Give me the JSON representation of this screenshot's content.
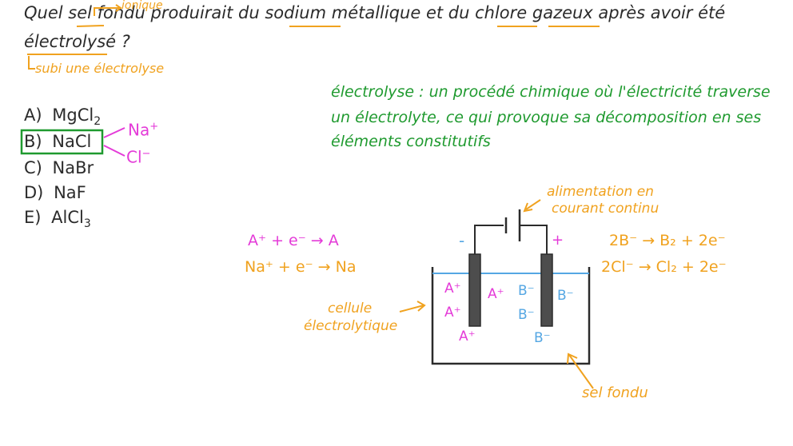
{
  "question": {
    "line1": "Quel sel fondu produirait du sodium métallique et du chlore gazeux après avoir été",
    "line2": "électrolysé ?",
    "note_ionique": "ionique",
    "note_electrolyse": "subi une électrolyse"
  },
  "definition": {
    "line1": "électrolyse : un procédé chimique où l'électricité traverse",
    "line2": "un électrolyte, ce qui provoque sa décomposition en ses",
    "line3": "éléments constitutifs"
  },
  "options": [
    {
      "letter": "A)",
      "formula": "MgCl",
      "sub": "2"
    },
    {
      "letter": "B)",
      "formula": "NaCl",
      "sub": ""
    },
    {
      "letter": "C)",
      "formula": "NaBr",
      "sub": ""
    },
    {
      "letter": "D)",
      "formula": "NaF",
      "sub": ""
    },
    {
      "letter": "E)",
      "formula": "AlCl",
      "sub": "3"
    }
  ],
  "ions": {
    "na": "Na",
    "na_charge": "+",
    "cl": "Cl",
    "cl_charge": "−"
  },
  "equations_left": {
    "eq1": "A⁺  +  e⁻  →  A",
    "eq2": "Na⁺  +  e⁻  →  Na"
  },
  "equations_right": {
    "eq1": "2B⁻  →  B₂  +  2e⁻",
    "eq2": "2Cl⁻  →  Cl₂  +  2e⁻"
  },
  "cell": {
    "minus": "-",
    "plus": "+",
    "cation": "A⁺",
    "anion": "B⁻"
  },
  "labels": {
    "power_supply_l1": "alimentation en",
    "power_supply_l2": "courant continu",
    "cell_l1": "cellule",
    "cell_l2": "électrolytique",
    "molten_salt": "sel fondu"
  },
  "colors": {
    "dark": "#2b2b2b",
    "orange": "#f0a21f",
    "green": "#1f9a2f",
    "magenta": "#e43bd8",
    "blue": "#55a7e3",
    "electrode": "#4d4d4d"
  }
}
